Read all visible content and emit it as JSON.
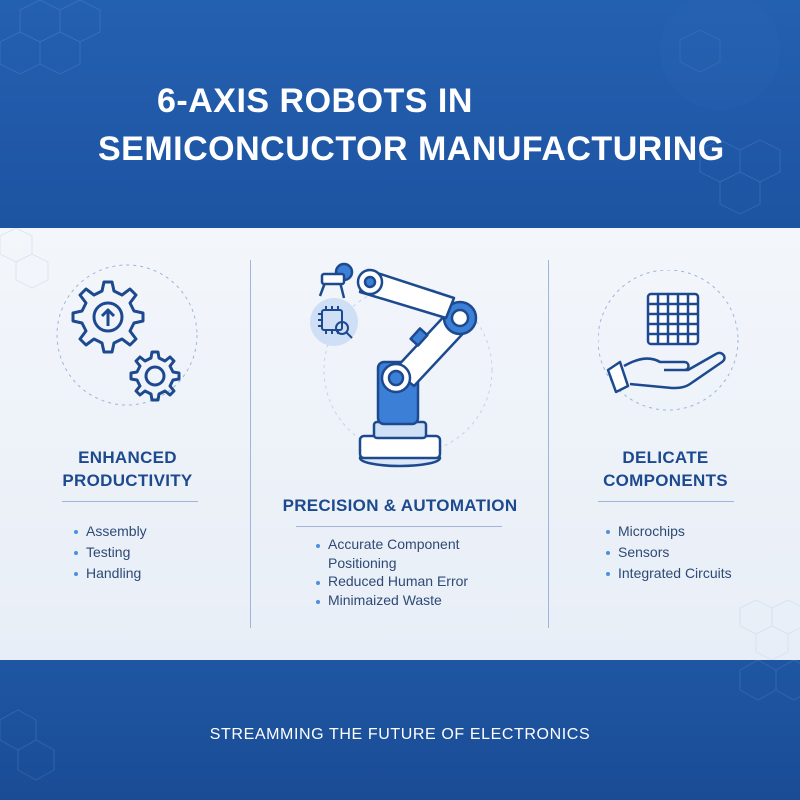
{
  "header": {
    "title_line1": "6-AXIS ROBOTS IN",
    "title_line2": "SEMICONCUCTOR MANUFACTURING"
  },
  "columns": [
    {
      "title_line1": "ENHANCED",
      "title_line2": "PRODUCTIVITY",
      "icon": "gears-icon",
      "items": [
        "Assembly",
        "Testing",
        "Handling"
      ]
    },
    {
      "title": "PRECISION & AUTOMATION",
      "icon": "robot-arm-icon",
      "items": [
        "Accurate Component",
        "Positioning",
        "Reduced Human Error",
        "Minimaized Waste"
      ]
    },
    {
      "title_line1": "DELICATE",
      "title_line2": "COMPONENTS",
      "icon": "hand-wafer-icon",
      "items": [
        "Microchips",
        "Sensors",
        "Integrated Circuits"
      ]
    }
  ],
  "footer": {
    "tagline": "STREAMMING THE FUTURE OF ELECTRONICS"
  },
  "colors": {
    "brand_blue": "#1f56a3",
    "heading_blue": "#1d4a8f",
    "accent_blue": "#4a8fe0",
    "panel_bg": "#eef2f9"
  }
}
